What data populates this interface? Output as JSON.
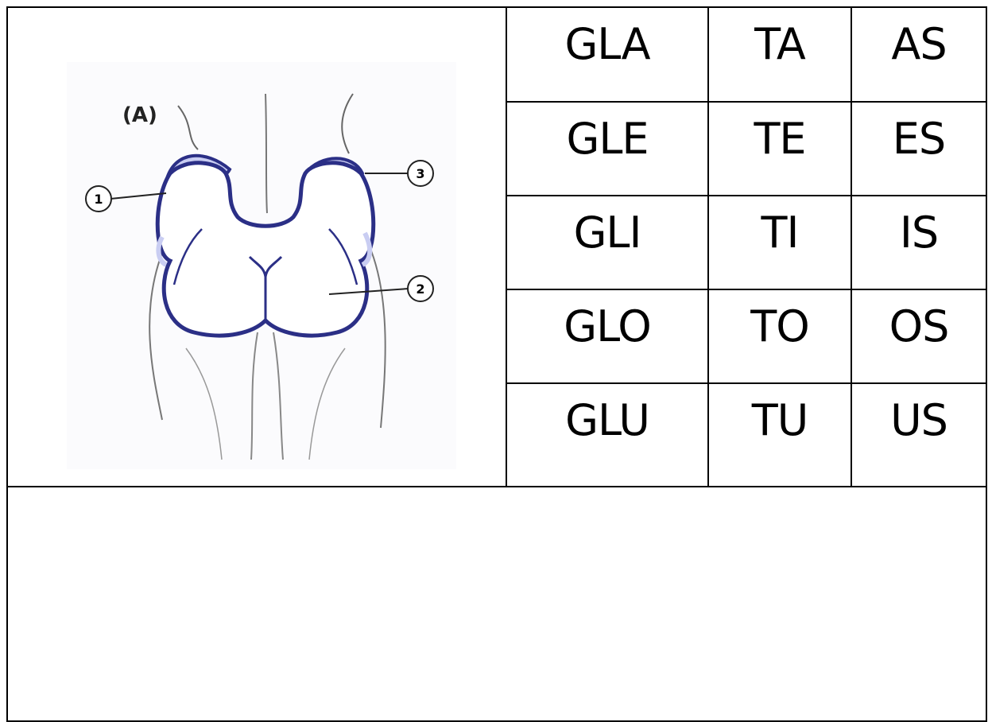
{
  "figure": {
    "panel_label": "(A)",
    "callouts": [
      "1",
      "2",
      "3"
    ],
    "stroke_color": "#2b2f86",
    "fill_color": "#c9cdf2"
  },
  "syllables": [
    [
      "GLA",
      "TA",
      "AS"
    ],
    [
      "GLE",
      "TE",
      "ES"
    ],
    [
      "GLI",
      "TI",
      "IS"
    ],
    [
      "GLO",
      "TO",
      "OS"
    ],
    [
      "GLU",
      "TU",
      "US"
    ]
  ],
  "bottom": {
    "text": ""
  }
}
